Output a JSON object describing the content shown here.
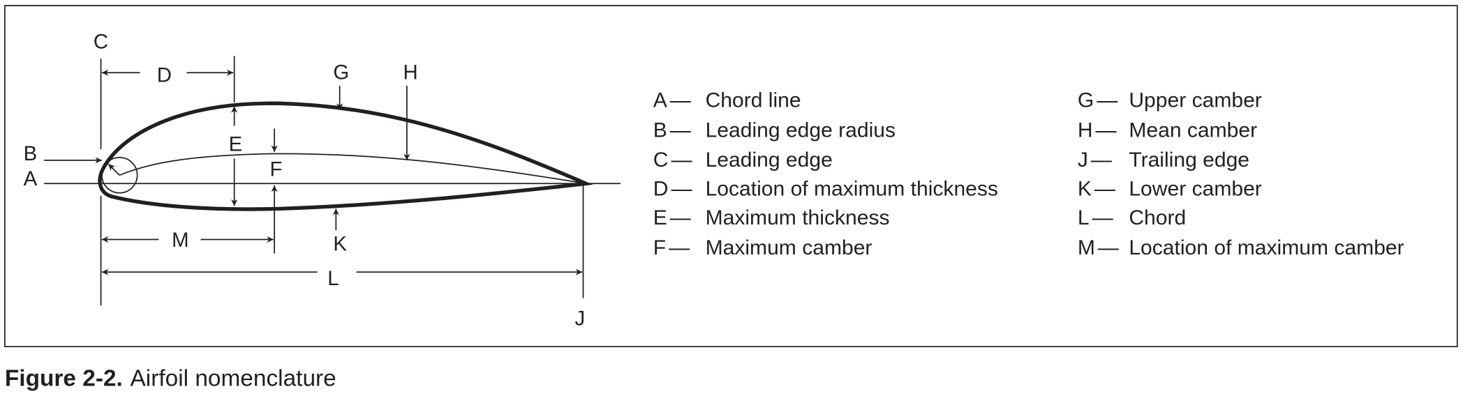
{
  "figure": {
    "number_label": "Figure 2-2.",
    "title": "Airfoil nomenclature"
  },
  "diagram_labels": {
    "A": "A",
    "B": "B",
    "C": "C",
    "D": "D",
    "E": "E",
    "F": "F",
    "G": "G",
    "H": "H",
    "J": "J",
    "K": "K",
    "L": "L",
    "M": "M"
  },
  "legend": {
    "left": [
      {
        "key": "A",
        "text": "Chord line"
      },
      {
        "key": "B",
        "text": "Leading edge radius"
      },
      {
        "key": "C",
        "text": "Leading edge"
      },
      {
        "key": "D",
        "text": "Location of maximum thickness"
      },
      {
        "key": "E",
        "text": "Maximum thickness"
      },
      {
        "key": "F",
        "text": "Maximum camber"
      }
    ],
    "right": [
      {
        "key": "G",
        "text": "Upper camber"
      },
      {
        "key": "H",
        "text": "Mean camber"
      },
      {
        "key": "J",
        "text": "Trailing edge"
      },
      {
        "key": "K",
        "text": "Lower camber"
      },
      {
        "key": "L",
        "text": "Chord"
      },
      {
        "key": "M",
        "text": "Location of maximum camber"
      }
    ],
    "dash": "—"
  },
  "colors": {
    "ink": "#231f20",
    "background": "#ffffff"
  }
}
